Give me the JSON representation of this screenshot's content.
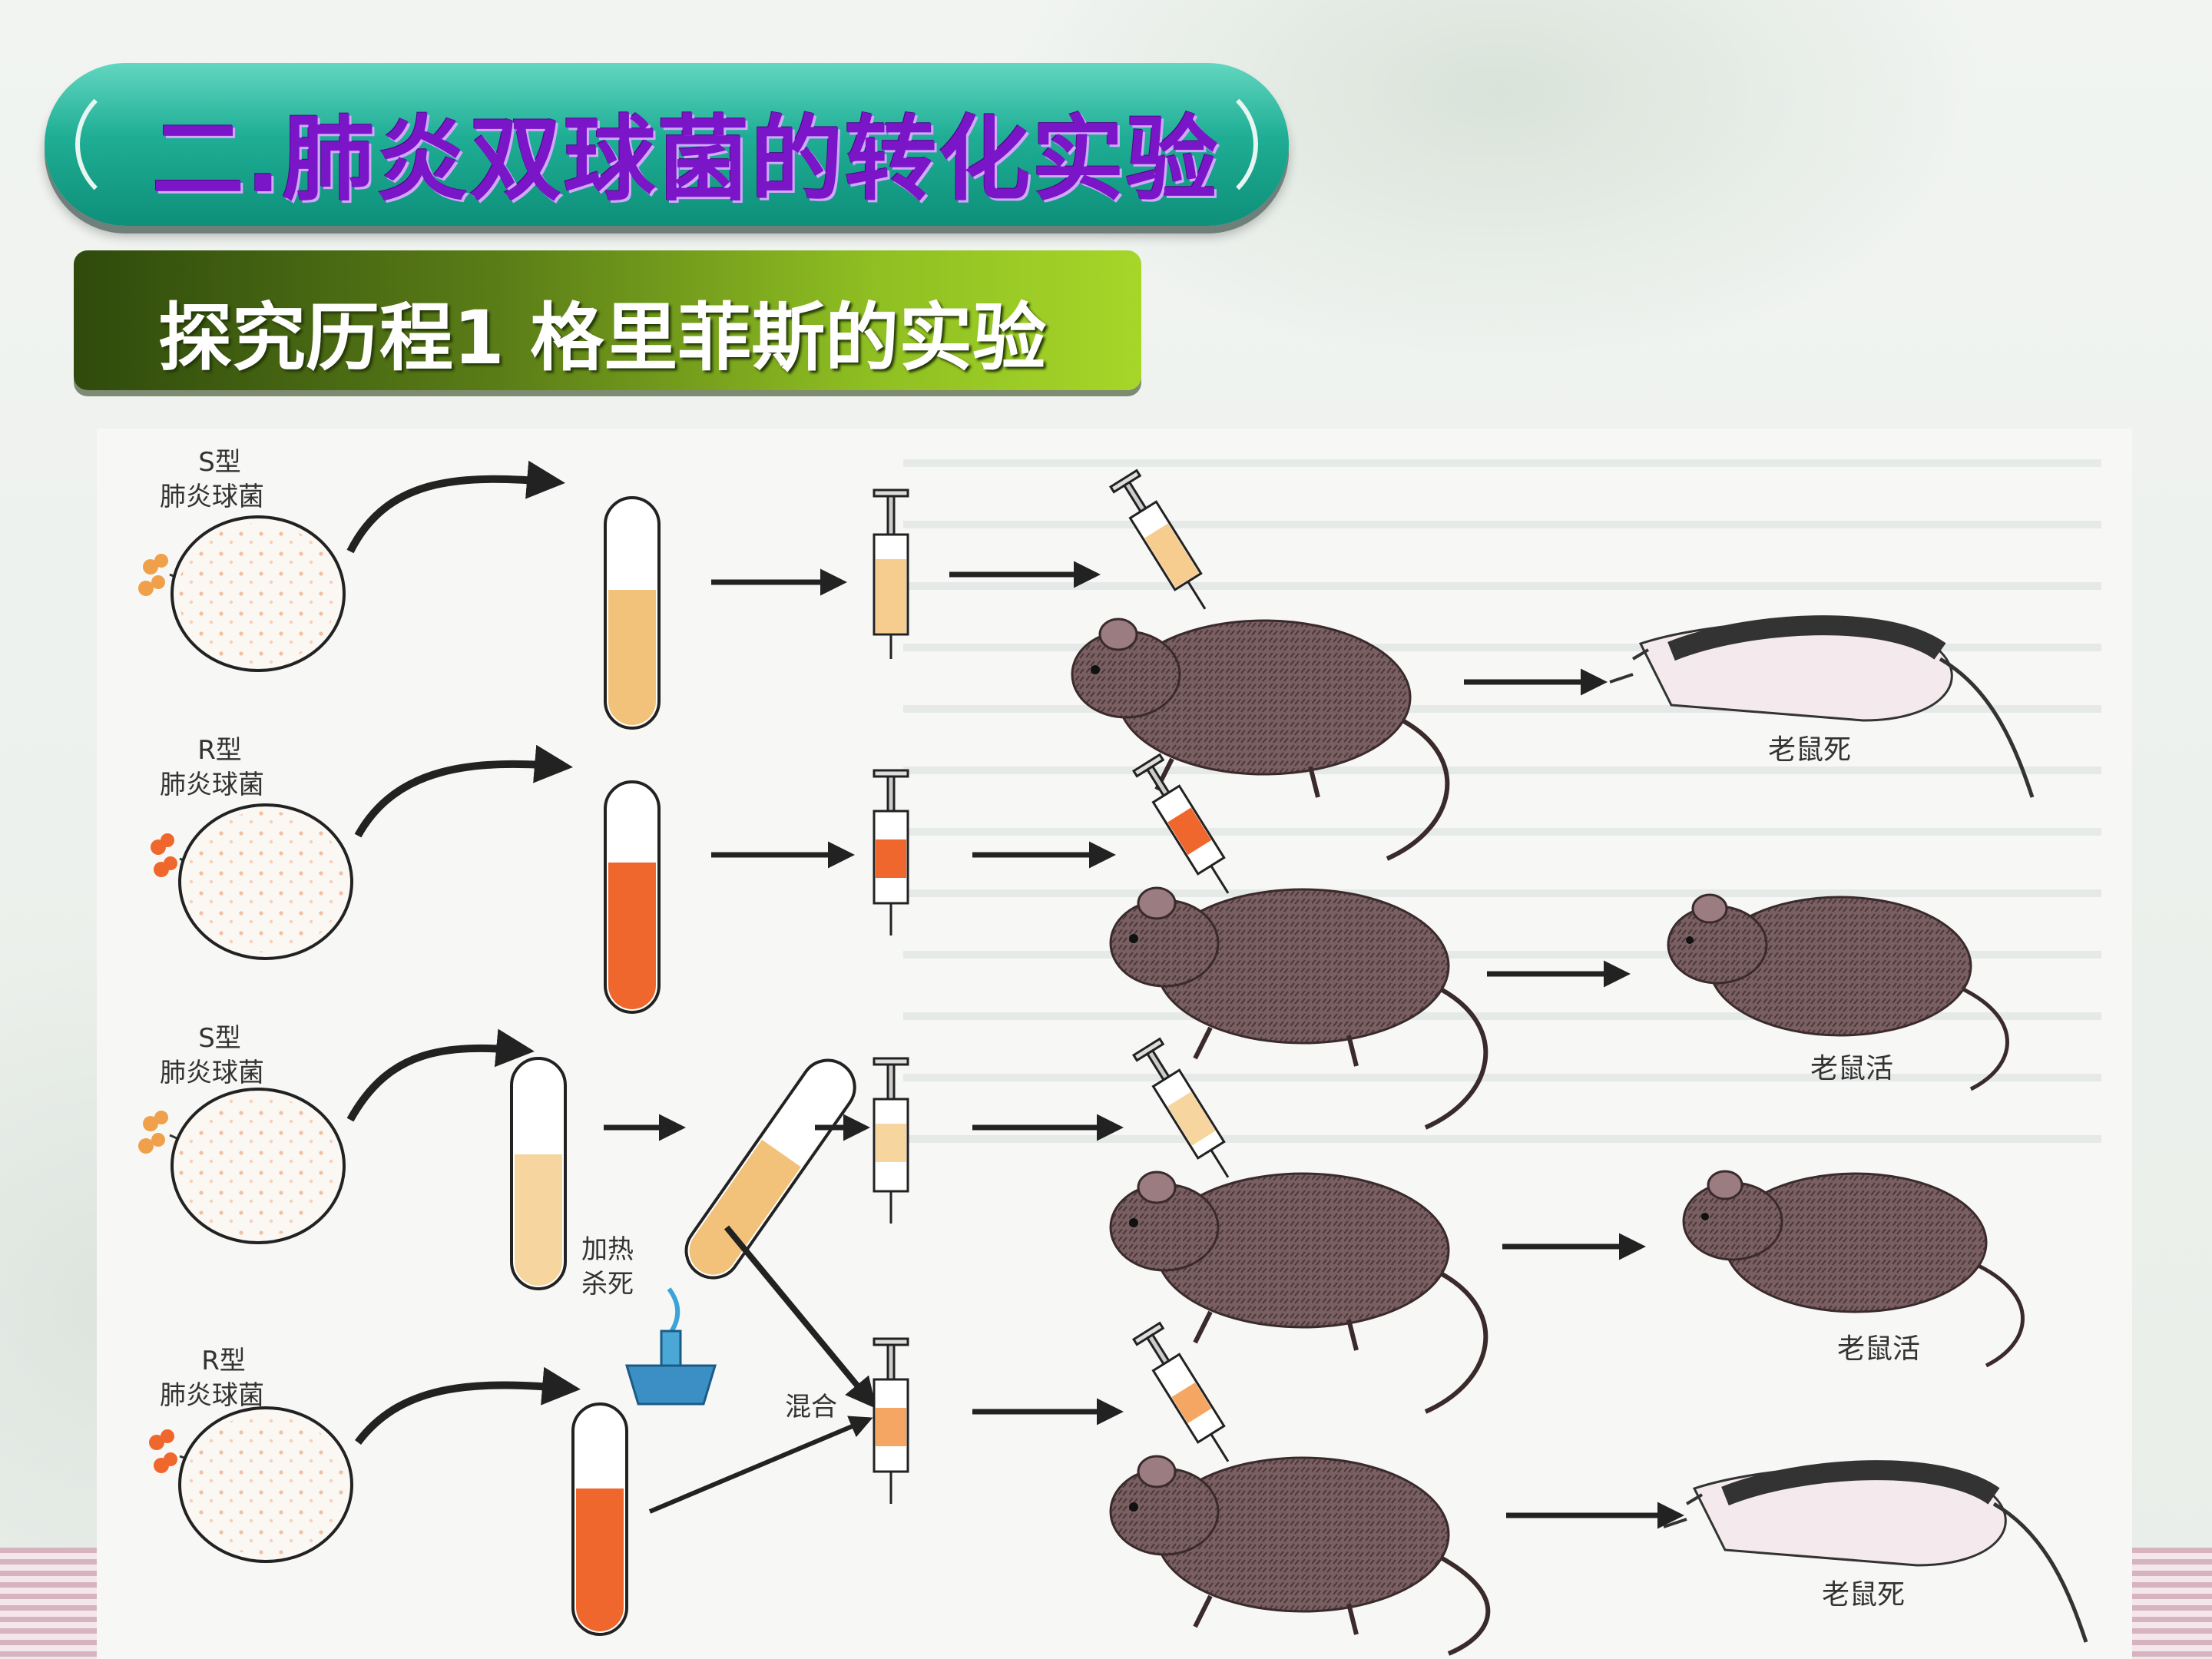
{
  "slide": {
    "title": "二.肺炎双球菌的转化实验",
    "subtitle": "探究历程1 格里菲斯的实验"
  },
  "rows": [
    {
      "bacteria_type": "S型",
      "bacteria_label": "肺炎球菌",
      "outcome": "老鼠死"
    },
    {
      "bacteria_type": "R型",
      "bacteria_label": "肺炎球菌",
      "outcome": "老鼠活"
    },
    {
      "bacteria_type": "S型",
      "bacteria_label": "肺炎球菌",
      "outcome": "老鼠活"
    },
    {
      "bacteria_type": "R型",
      "bacteria_label": "肺炎球菌",
      "outcome": "老鼠死"
    }
  ],
  "annotations": {
    "heat_kill_line1": "加热",
    "heat_kill_line2": "杀死",
    "mix": "混合"
  },
  "colors": {
    "s_culture": "#f3c27a",
    "r_culture": "#f0672e",
    "title_text": "#7b16c8",
    "banner_teal": "#1fae95",
    "banner_green": "#8fbf22"
  }
}
